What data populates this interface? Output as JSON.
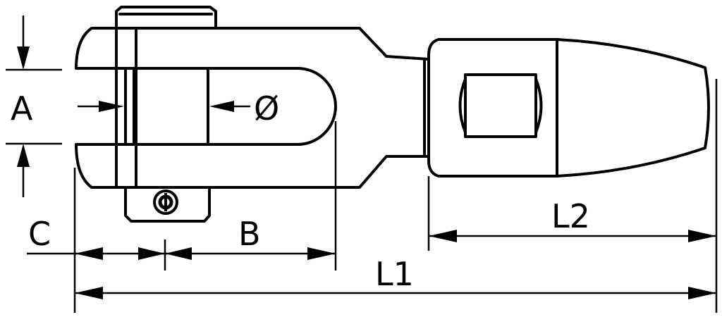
{
  "labels": {
    "a": "A",
    "diameter": "Ø",
    "b": "B",
    "c": "C",
    "l1": "L1",
    "l2": "L2"
  }
}
